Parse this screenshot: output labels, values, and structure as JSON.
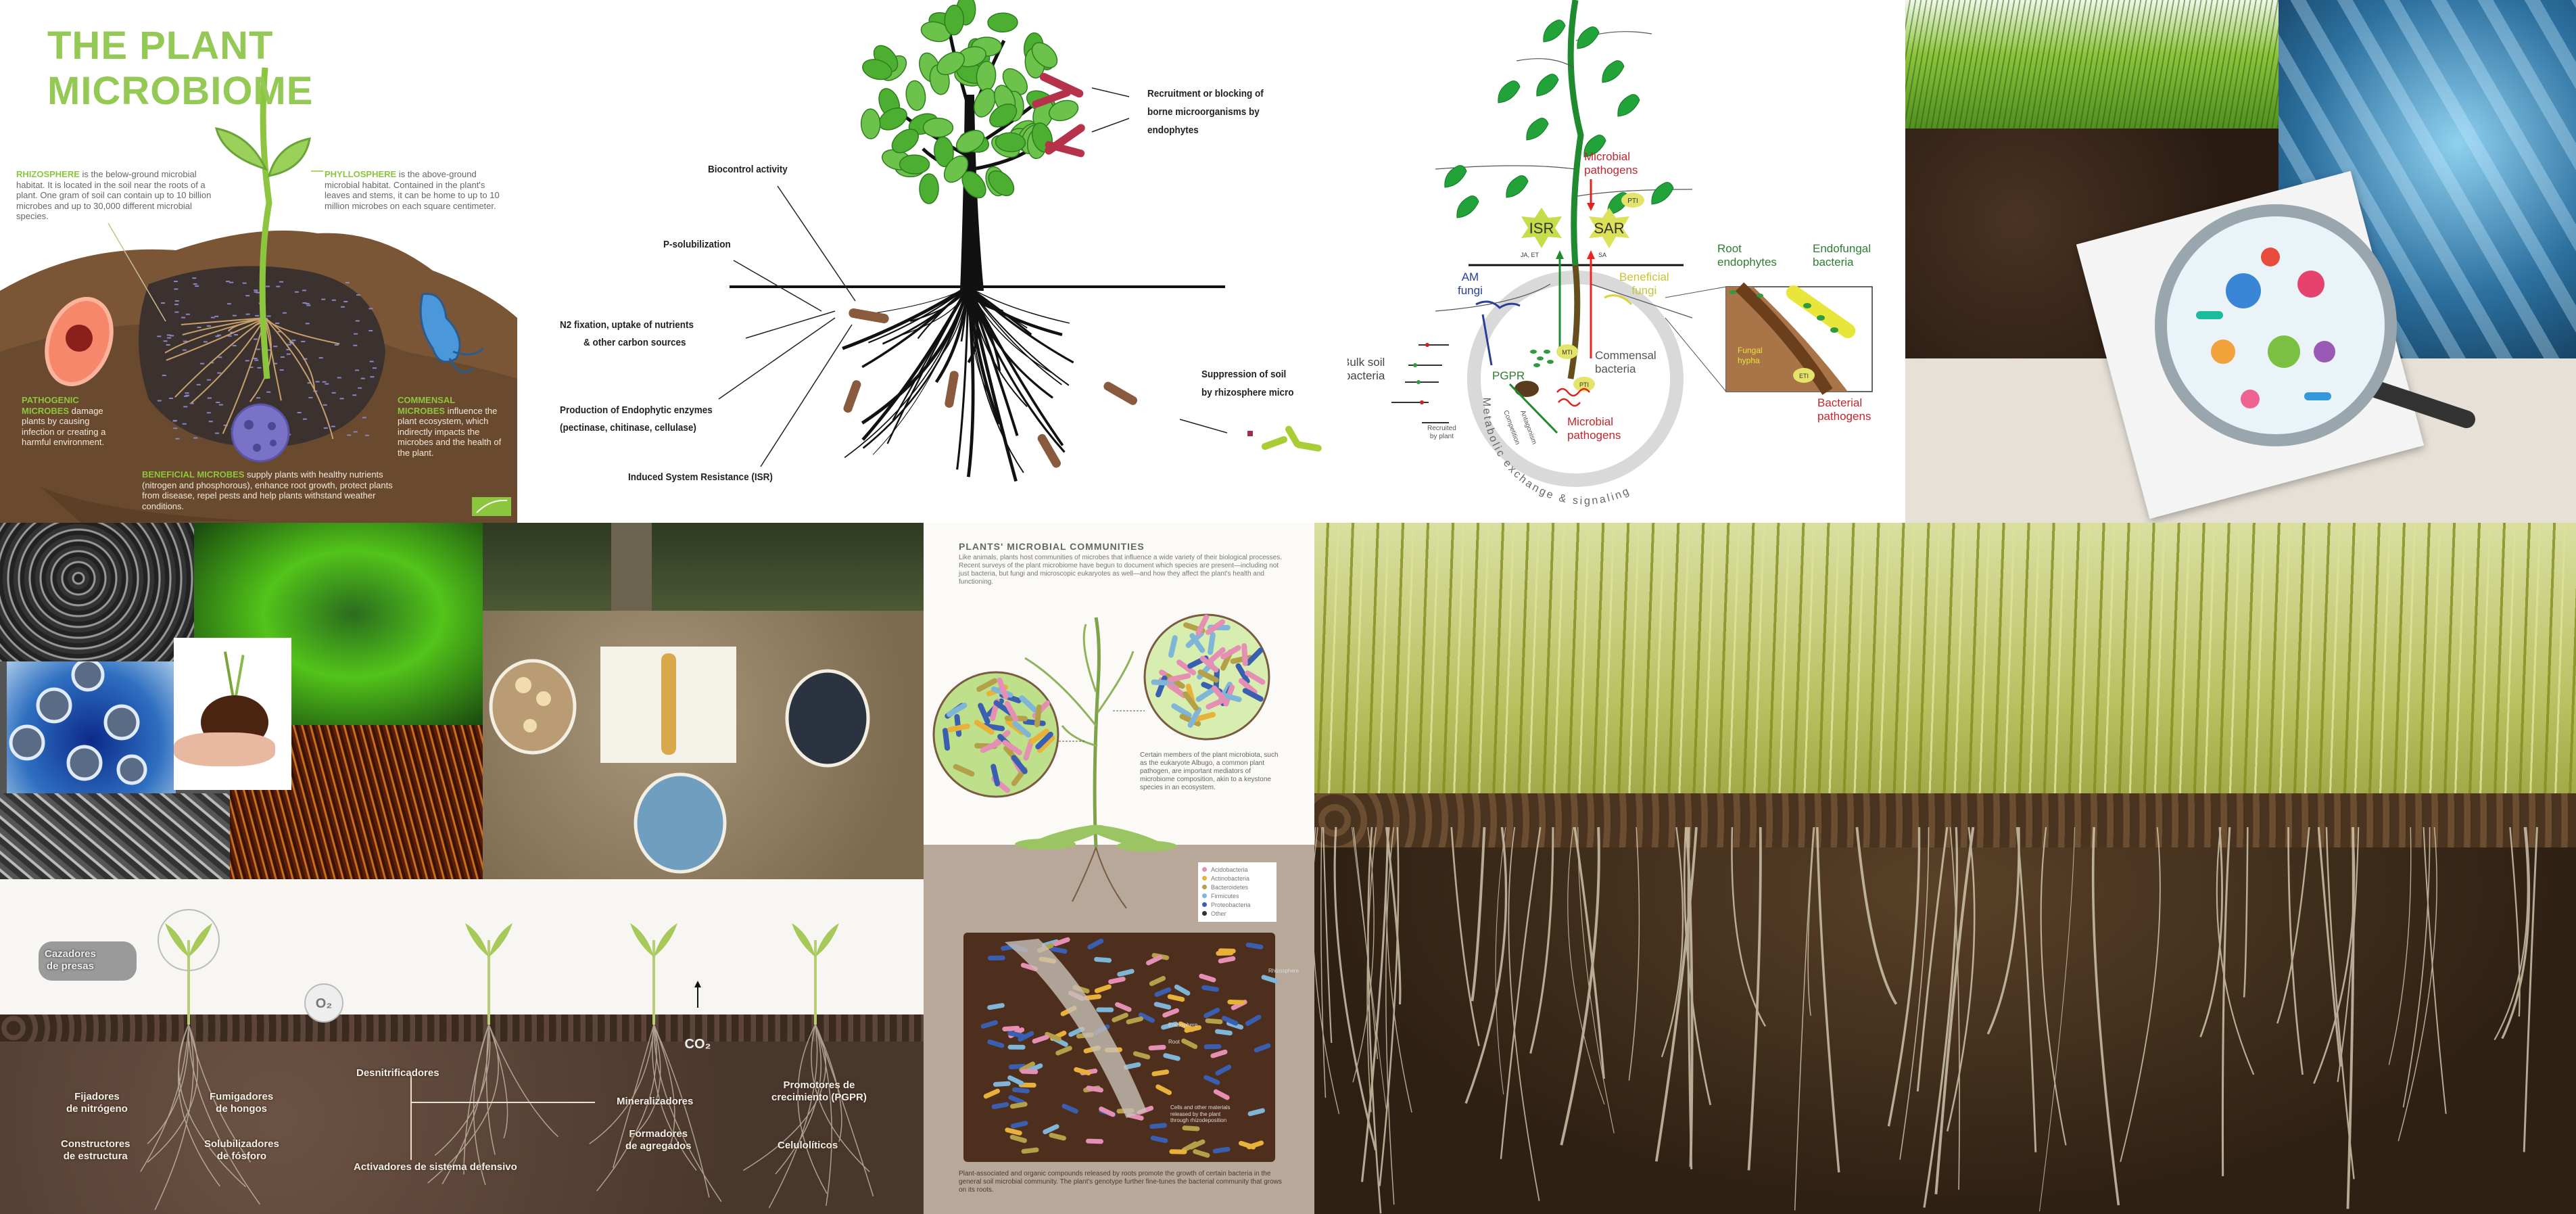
{
  "tile_plant_microbiome": {
    "title": "THE PLANT MICROBIOME",
    "rhizosphere": {
      "keyword": "RHIZOSPHERE",
      "text": " is the below-ground microbial habitat. It is located in the soil near the roots of a plant. One gram of soil can contain up to 10 billion microbes and up to 30,000 different microbial species."
    },
    "phyllosphere": {
      "keyword": "PHYLLOSPHERE",
      "text": " is the above-ground microbial habitat. Contained in the plant's leaves and stems, it can be home to up to 10 million microbes on each square centimeter."
    },
    "pathogenic": {
      "keyword": "PATHOGENIC MICROBES",
      "text": " damage plants by causing infection or creating a harmful environment."
    },
    "commensal": {
      "keyword": "COMMENSAL MICROBES",
      "text": " influence the plant ecosystem, which indirectly impacts the microbes and the health of the plant."
    },
    "beneficial": {
      "keyword": "BENEFICIAL MICROBES",
      "text": " supply plants with healthy nutrients (nitrogen and phosphorous), enhance root growth, protect plants from disease, repel pests and help plants withstand weather conditions."
    }
  },
  "tile_tree_diagram": {
    "biocontrol": "Biocontrol activity",
    "p_solubilization": "P-solubilization",
    "n2_fixation": [
      "N2 fixation, uptake of nutrients",
      "& other carbon sources"
    ],
    "enzymes": [
      "Production of Endophytic enzymes",
      "(pectinase, chitinase, cellulase)"
    ],
    "isr": "Induced System Resistance (ISR)",
    "recruitment": [
      "Recruitment or blocking of",
      "borne microorganisms by",
      "endophytes"
    ],
    "suppression": [
      "Suppression of soil",
      "by rhizosphere micro"
    ]
  },
  "tile_immunity_diagram": {
    "microbial_pathogens_top": [
      "Microbial",
      "pathogens"
    ],
    "pti_top": "PTI",
    "isr": "ISR",
    "sar": "SAR",
    "ja_et": "JA, ET",
    "sa": "SA",
    "am_fungi": [
      "AM",
      "fungi"
    ],
    "beneficial_fungi": [
      "Beneficial",
      "fungi"
    ],
    "root_endophytes": [
      "Root",
      "endophytes"
    ],
    "endofungal_bacteria": [
      "Endofungal",
      "bacteria"
    ],
    "bulk_soil_bacteria": [
      "Bulk soil",
      "bacteria"
    ],
    "pgpr": "PGPR",
    "mti": "MTI",
    "pti_bottom": "PTI",
    "commensal_bacteria": [
      "Commensal",
      "bacteria"
    ],
    "microbial_pathogens_bottom": [
      "Microbial",
      "pathogens"
    ],
    "bacterial_pathogens": [
      "Bacterial",
      "pathogens"
    ],
    "fungal_hypha": [
      "Fungal",
      "hypha"
    ],
    "eti": "ETI",
    "recruited_by_plant": [
      "Recruited",
      "by plant"
    ],
    "competition": [
      "Antagonism",
      "Competition"
    ],
    "cycle_label": "Metabolic exchange & signaling",
    "colors": {
      "pathogen": "#c1272d",
      "am_fungi": "#2b3d9b",
      "beneficial": "#c9c436",
      "endophyte": "#2e7d32"
    }
  },
  "tile_soil_diagram": {
    "predators": [
      "Cazadores",
      "de presas"
    ],
    "o2": "O₂",
    "co2": "CO₂",
    "nitrogen_fixers": [
      "Fijadores",
      "de nitrógeno"
    ],
    "structure_builders": [
      "Constructores",
      "de estructura"
    ],
    "fungus_fumigators": [
      "Fumigadores",
      "de hongos"
    ],
    "phosphorus_solubilizers": [
      "Solubilizadores",
      "de fósforo"
    ],
    "denitrifiers": "Desnitrificadores",
    "defense_activators": "Activadores de sistema defensivo",
    "mineralizers": "Mineralizadores",
    "aggregate_formers": [
      "Formadores",
      "de agregados"
    ],
    "growth_promoters": [
      "Promotores de",
      "crecimiento (PGPR)"
    ],
    "cellulolytics": "Celulolíticos"
  },
  "tile_plant_communities": {
    "title": "PLANTS' MICROBIAL COMMUNITIES",
    "intro": "Like animals, plants host communities of microbes that influence a wide variety of their biological processes. Recent surveys of the plant microbiome have begun to document which species are present—including not just bacteria, but fungi and microscopic eukaryotes as well—and how they affect the plant's health and functioning.",
    "keystone_caption": "Certain members of the plant microbiota, such as the eukaryote Albugo, a common plant pathogen, are important mediators of microbiome composition, akin to a keystone species in an ecosystem.",
    "legend": [
      {
        "label": "Acidobacteria",
        "color": "#e58fb4"
      },
      {
        "label": "Actinobacteria",
        "color": "#e8b23a"
      },
      {
        "label": "Bacteroidetes",
        "color": "#b5a04a"
      },
      {
        "label": "Firmicutes",
        "color": "#7fb6d8"
      },
      {
        "label": "Proteobacteria",
        "color": "#3a5fb0"
      },
      {
        "label": "Other",
        "color": "#333333"
      }
    ],
    "rhizosphere": "Rhizosphere",
    "root": "Root",
    "endosphere": "Endosphere",
    "cells_caption": "Cells and other materials released by the plant through rhizodeposition",
    "bottom_caption": "Plant-associated and organic compounds released by roots promote the growth of certain bacteria in the general soil microbial community. The plant's genotype further fine-tunes the bacterial community that grows on its roots."
  }
}
